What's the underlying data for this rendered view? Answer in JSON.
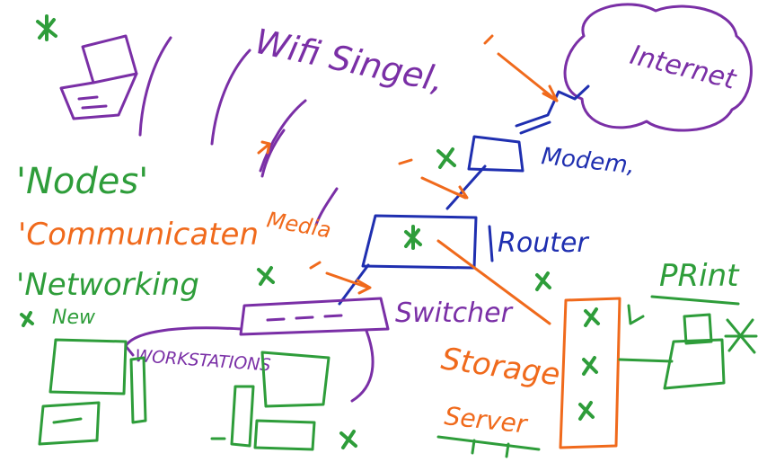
{
  "colors": {
    "green": "#2e9d3a",
    "purple": "#7a2fa6",
    "orange": "#f06a1c",
    "blue": "#1f2fb0",
    "background": "#ffffff"
  },
  "labels": {
    "wifi": "Wifi Singel,",
    "internet": "Internet",
    "modem": "Modem,",
    "router": "Router",
    "switch": "Switcher",
    "print": "PRint",
    "nodes": "'Nodes'",
    "communication": "'Communicaten",
    "networking": "'Networking",
    "new": "New",
    "media": "Media",
    "workstations": "WORKSTATIONS",
    "storage": "Storage",
    "server": "Server"
  }
}
